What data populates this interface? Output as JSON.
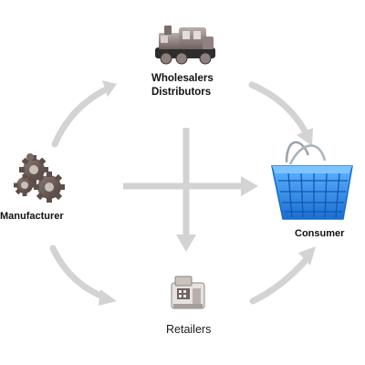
{
  "diagram": {
    "nodes": {
      "wholesalers": {
        "line1": "Wholesalers",
        "line2": "Distributors",
        "icon": "locomotive-icon"
      },
      "manufacturer": {
        "label": "Manufacturer",
        "icon": "gears-icon"
      },
      "consumer": {
        "label": "Consumer",
        "icon": "shopping-basket-icon"
      },
      "retailers": {
        "label": "Retailers",
        "icon": "cash-register-icon"
      }
    },
    "colors": {
      "arrow": "#d3d3d3",
      "basket": "#2a8ff0",
      "gear": "#6b5a55",
      "text": "#111111"
    }
  }
}
